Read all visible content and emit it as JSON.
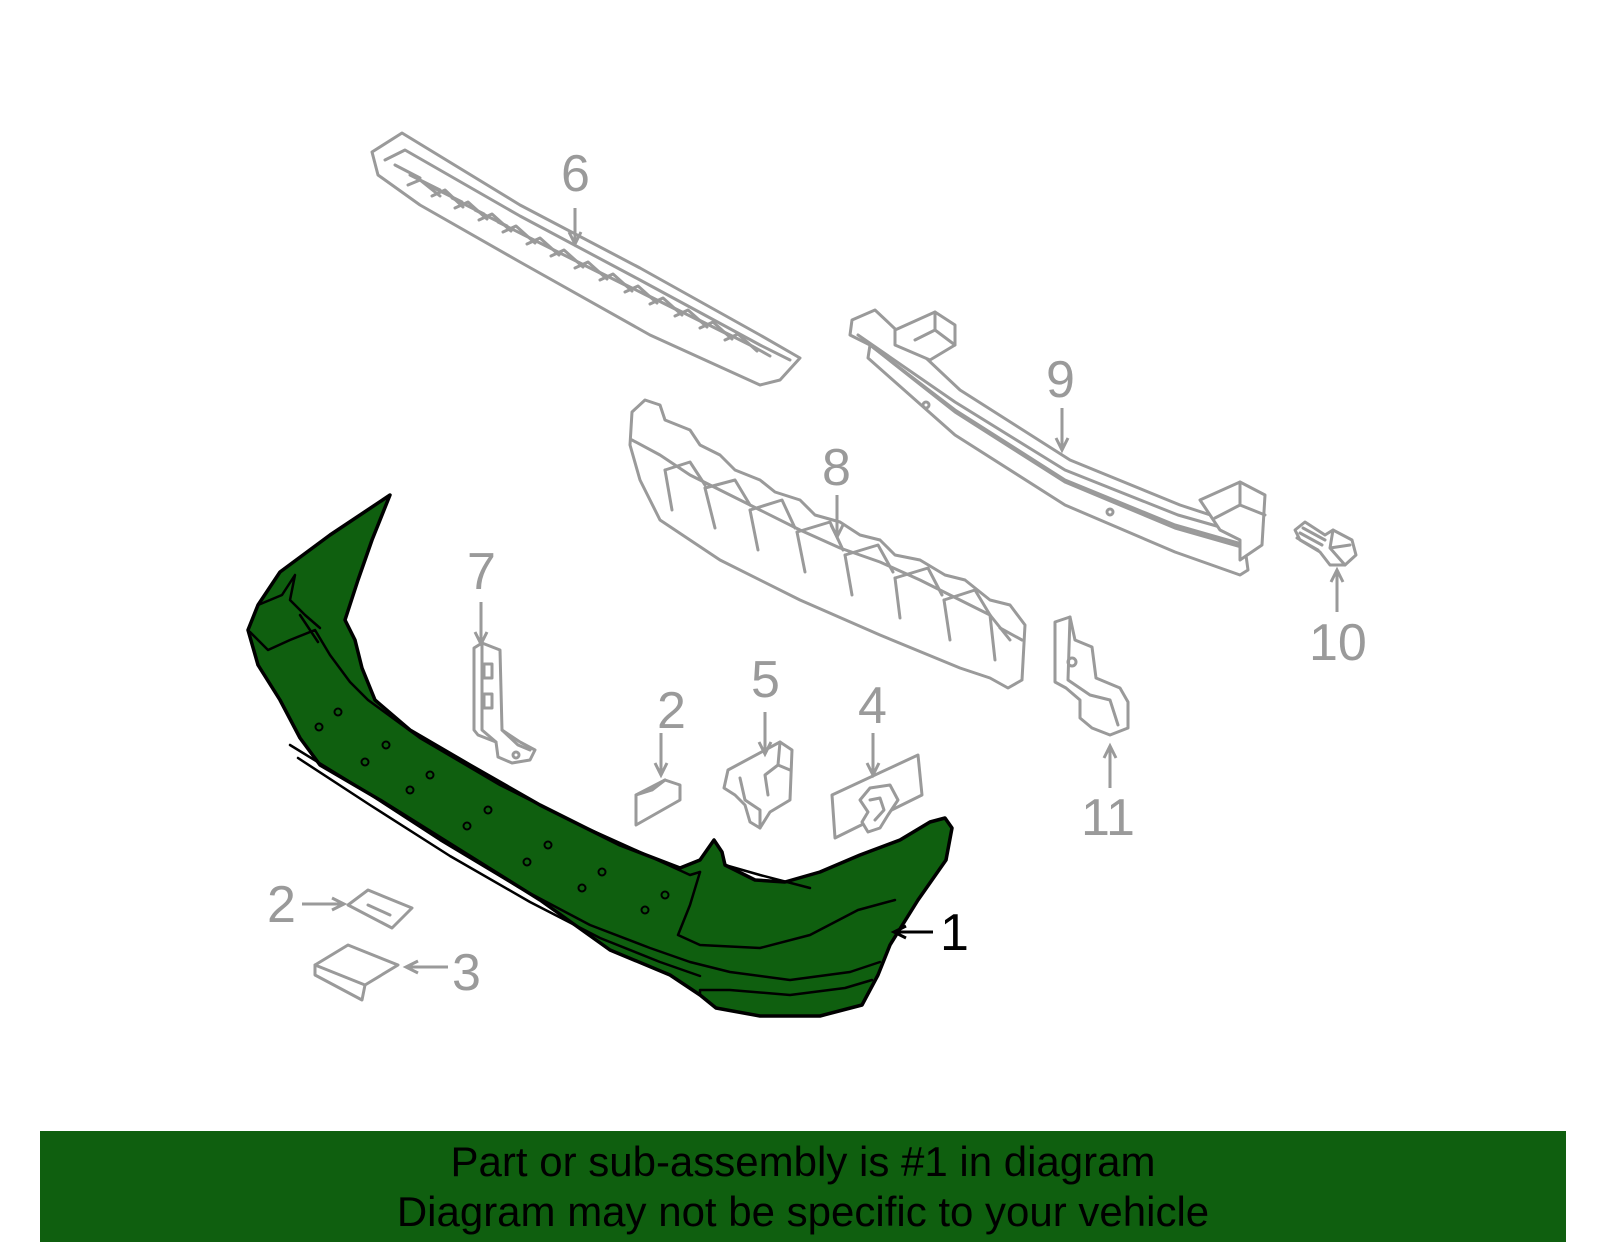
{
  "colors": {
    "highlight": "#0f5f0f",
    "part_outline": "#9a9a9a",
    "banner_bg": "#0f5f0f",
    "text": "#000000"
  },
  "callouts": {
    "c1": "1",
    "c2a": "2",
    "c2b": "2",
    "c3": "3",
    "c4": "4",
    "c5": "5",
    "c6": "6",
    "c7": "7",
    "c8": "8",
    "c9": "9",
    "c10": "10",
    "c11": "11"
  },
  "highlighted_part": "1",
  "banner": {
    "line1": "Part or sub-assembly is #1 in diagram",
    "line2": "Diagram may not be specific to your vehicle"
  }
}
